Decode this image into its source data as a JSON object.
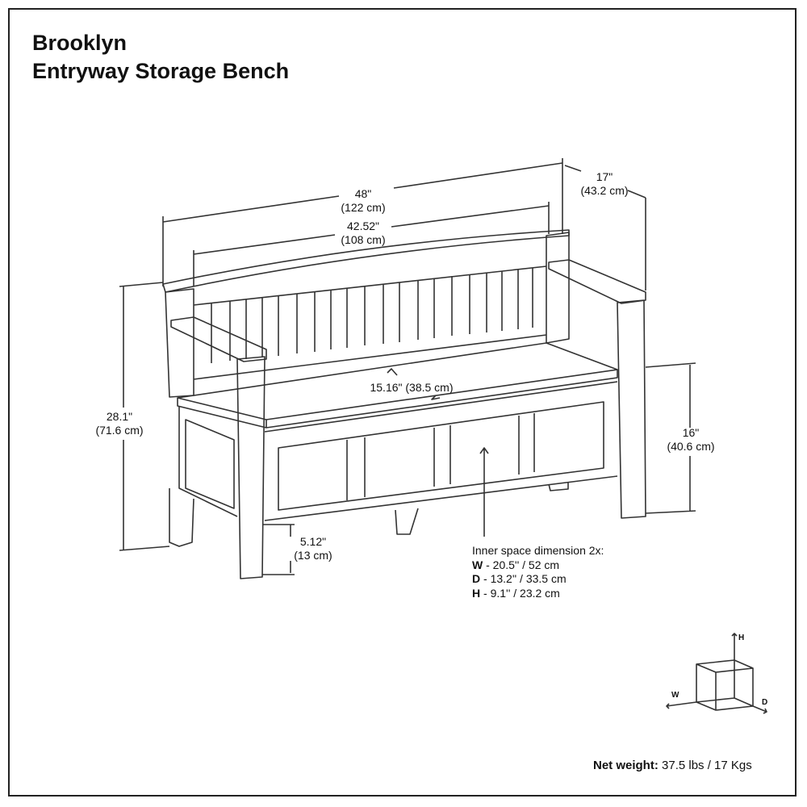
{
  "title": {
    "line1": "Brooklyn",
    "line2": "Entryway Storage Bench"
  },
  "dimensions": {
    "overall_width": {
      "in": "48\"",
      "cm": "(122 cm)"
    },
    "inner_width": {
      "in": "42.52\"",
      "cm": "(108 cm)"
    },
    "depth": {
      "in": "17\"",
      "cm": "(43.2 cm)"
    },
    "height": {
      "in": "28.1\"",
      "cm": "(71.6 cm)"
    },
    "seat_height": {
      "in": "16\"",
      "cm": "(40.6 cm)"
    },
    "leg_clearance": {
      "in": "5.12\"",
      "cm": "(13 cm)"
    },
    "seat_depth": "15.16\" (38.5 cm)"
  },
  "inner_space": {
    "heading": "Inner space dimension 2x:",
    "rows": [
      {
        "key": "W",
        "value": " - 20.5'' / 52 cm"
      },
      {
        "key": "D",
        "value": " - 13.2'' / 33.5 cm"
      },
      {
        "key": "H",
        "value": " - 9.1'' / 23.2 cm"
      }
    ]
  },
  "axes_legend": {
    "h": "H",
    "w": "W",
    "d": "D"
  },
  "net_weight": {
    "label": "Net weight:",
    "value": " 37.5 lbs / 17 Kgs"
  }
}
